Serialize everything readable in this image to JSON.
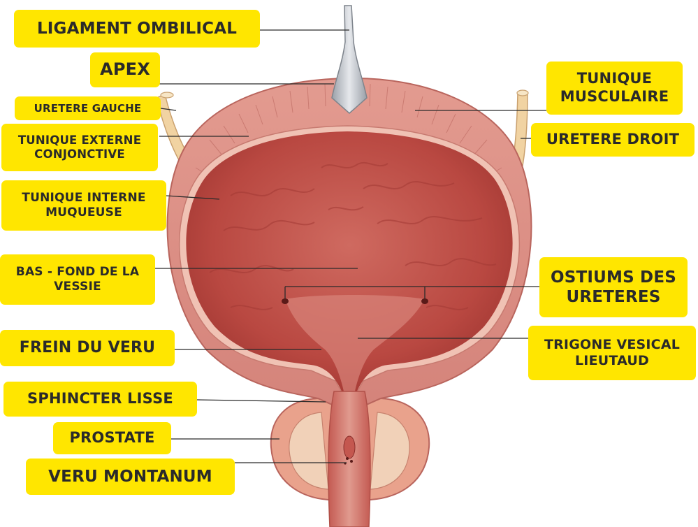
{
  "diagram": {
    "labels": {
      "ligament_ombilical": "LIGAMENT OMBILICAL",
      "apex": "APEX",
      "uretere_gauche": "URETERE GAUCHE",
      "tunique_externe_1": "TUNIQUE EXTERNE",
      "tunique_externe_2": "CONJONCTIVE",
      "tunique_interne_1": "TUNIQUE INTERNE",
      "tunique_interne_2": "MUQUEUSE",
      "bas_fond_1": "BAS - FOND DE LA",
      "bas_fond_2": "VESSIE",
      "frein_du_veru": "FREIN DU VERU",
      "sphincter_lisse": "SPHINCTER LISSE",
      "prostate": "PROSTATE",
      "veru_montanum": "VERU MONTANUM",
      "tunique_musculaire_1": "TUNIQUE",
      "tunique_musculaire_2": "MUSCULAIRE",
      "uretere_droit": "URETERE DROIT",
      "ostiums_1": "OSTIUMS DES",
      "ostiums_2": "URETERES",
      "trigone_1": "TRIGONE VESICAL",
      "trigone_2": "LIEUTAUD"
    },
    "colors": {
      "label_background": "#ffe600",
      "label_text": "#2a2a2a",
      "leader_line": "#2a2a2a",
      "muscle_wall": "#d98a80",
      "mucosa": "#c0504a",
      "ureter": "#f3d7a8",
      "ligament": "#b8bcc2",
      "prostate": "#e9a28c"
    }
  }
}
